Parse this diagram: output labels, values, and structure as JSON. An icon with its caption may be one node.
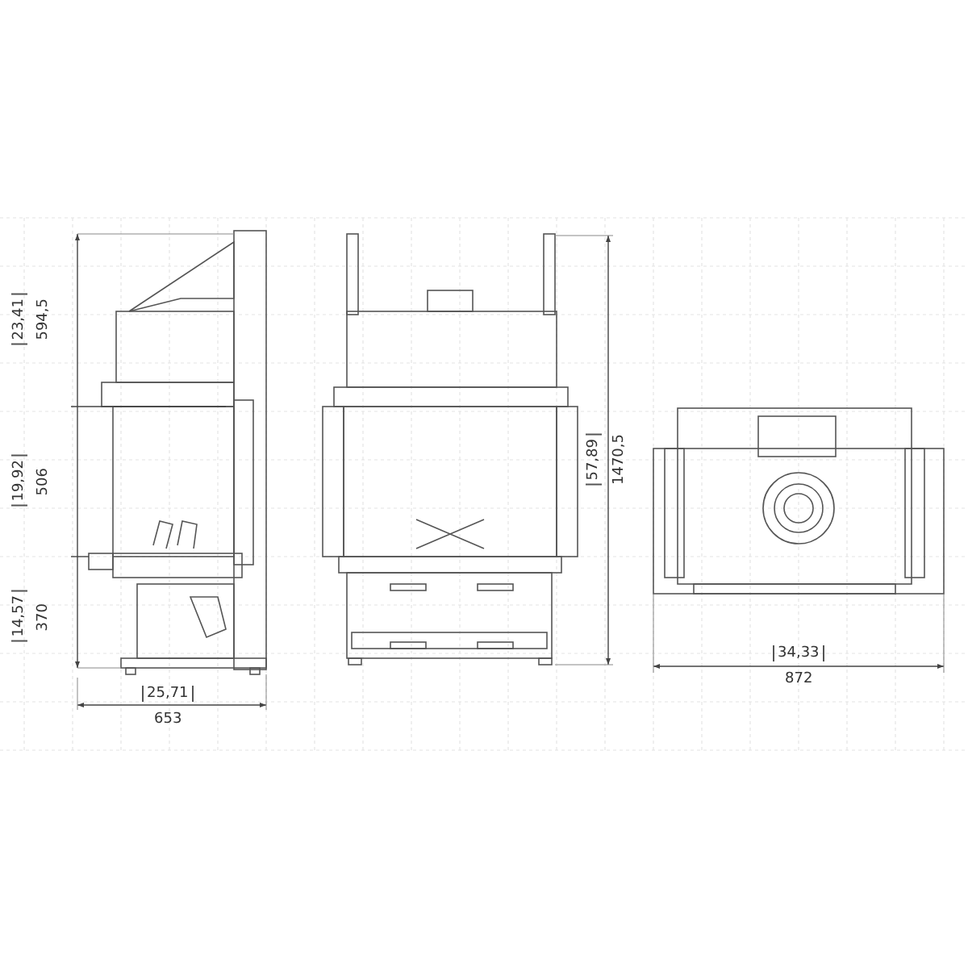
{
  "diagram": {
    "labels": [
      "23,41",
      "594,5",
      "19,92",
      "506",
      "14,57",
      "370",
      "25,71",
      "653",
      "57,89",
      "1470,5",
      "34,33",
      "872"
    ]
  }
}
